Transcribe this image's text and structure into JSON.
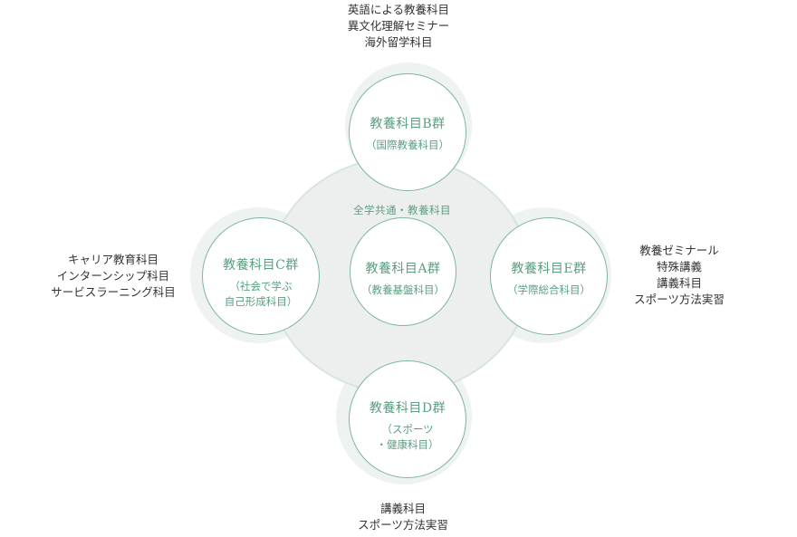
{
  "center_label": "全学共通・教養科目",
  "groups": {
    "a": {
      "title": "教養科目A群",
      "sub": [
        "（教養基盤科目）"
      ]
    },
    "b": {
      "title": "教養科目B群",
      "sub": [
        "（国際教養科目）"
      ]
    },
    "c": {
      "title": "教養科目C群",
      "sub": [
        "（社会で学ぶ",
        "自己形成科目）"
      ]
    },
    "d": {
      "title": "教養科目D群",
      "sub": [
        "（スポーツ",
        "・健康科目）"
      ]
    },
    "e": {
      "title": "教養科目E群",
      "sub": [
        "（学際総合科目）"
      ]
    }
  },
  "outer_labels": {
    "top": [
      "英語による教養科目",
      "異文化理解セミナー",
      "海外留学科目"
    ],
    "left": [
      "キャリア教育科目",
      "インターンシップ科目",
      "サービスラーニング科目"
    ],
    "right": [
      "教養ゼミナール",
      "特殊講義",
      "講義科目",
      "スポーツ方法実習"
    ],
    "bottom": [
      "講義科目",
      "スポーツ方法実習"
    ]
  }
}
